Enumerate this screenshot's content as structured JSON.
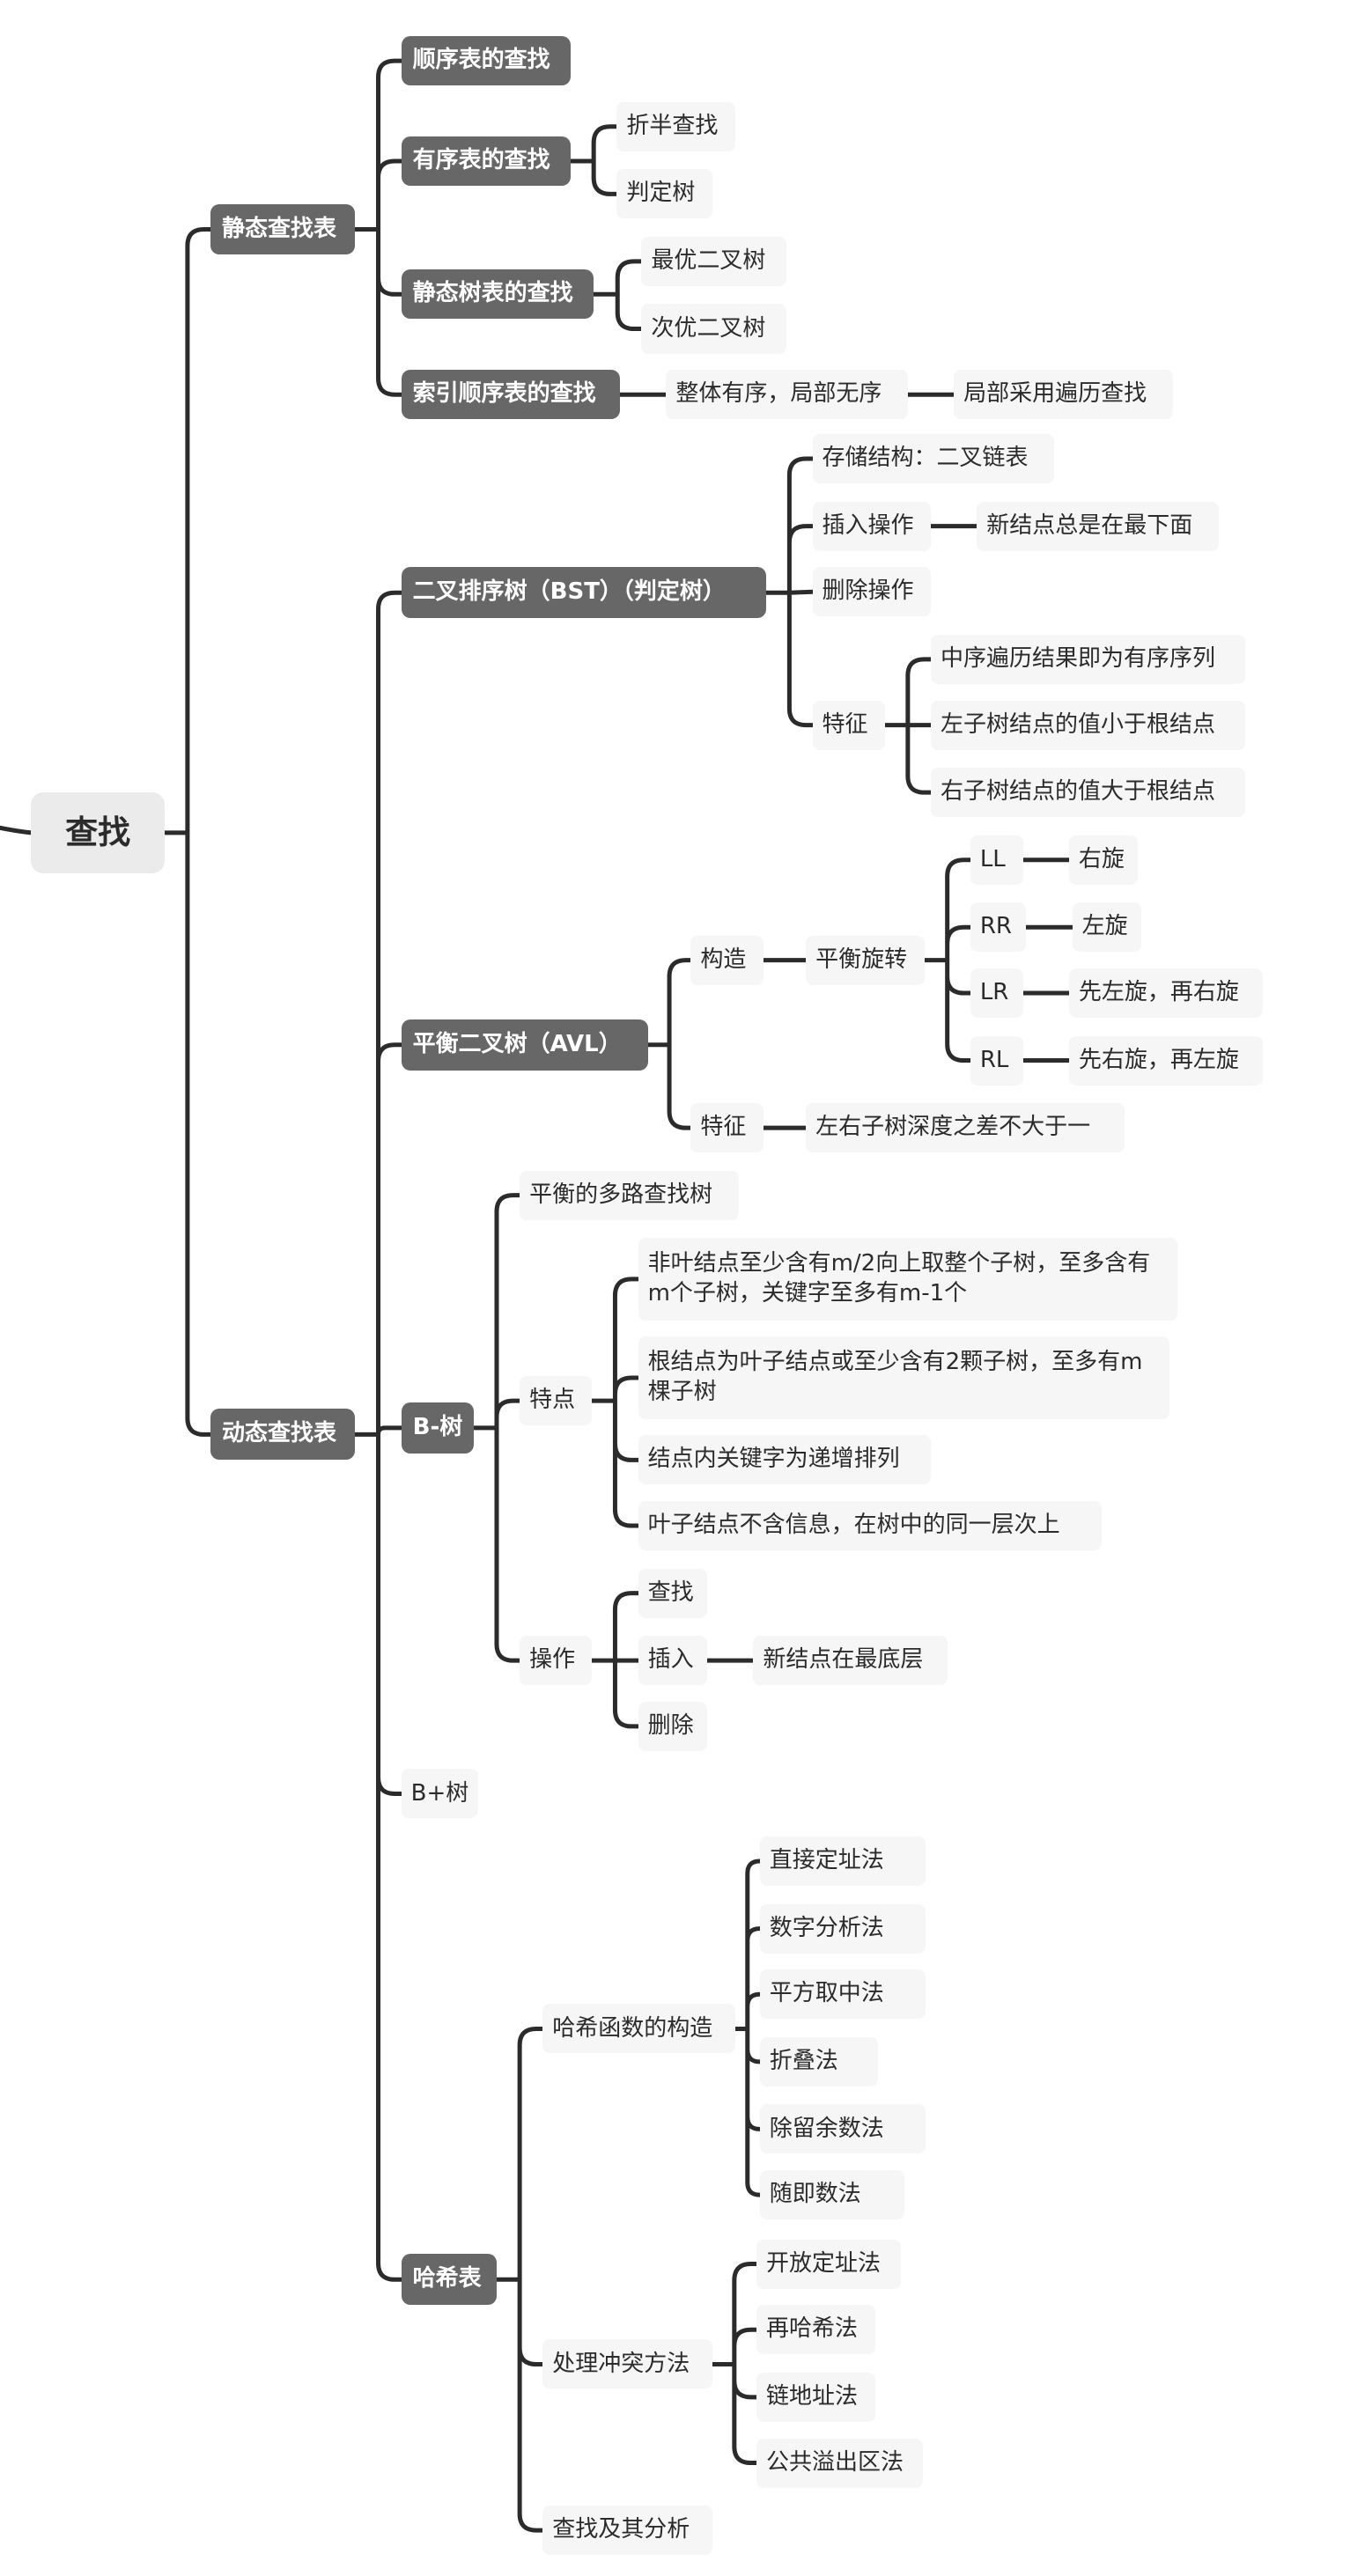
{
  "mindmap": {
    "root": "查找",
    "static_table": {
      "label": "静态查找表",
      "sequential": "顺序表的查找",
      "ordered": {
        "label": "有序表的查找",
        "children": [
          "折半查找",
          "判定树"
        ]
      },
      "static_tree": {
        "label": "静态树表的查找",
        "children": [
          "最优二叉树",
          "次优二叉树"
        ]
      },
      "index_seq": {
        "label": "索引顺序表的查找",
        "child": "整体有序，局部无序",
        "grandchild": "局部采用遍历查找"
      }
    },
    "dynamic_table": {
      "label": "动态查找表",
      "bst": {
        "label": "二叉排序树（BST）（判定树）",
        "storage": "存储结构：二叉链表",
        "insert": "插入操作",
        "insert_note": "新结点总是在最下面",
        "delete": "删除操作",
        "feature": "特征",
        "features": [
          "中序遍历结果即为有序序列",
          "左子树结点的值小于根结点",
          "右子树结点的值大于根结点"
        ]
      },
      "avl": {
        "label": "平衡二叉树（AVL）",
        "construct": "构造",
        "rotation": "平衡旋转",
        "rotations": [
          {
            "type": "LL",
            "action": "右旋"
          },
          {
            "type": "RR",
            "action": "左旋"
          },
          {
            "type": "LR",
            "action": "先左旋，再右旋"
          },
          {
            "type": "RL",
            "action": "先右旋，再左旋"
          }
        ],
        "feature": "特征",
        "feature_note": "左右子树深度之差不大于一"
      },
      "btree": {
        "label": "B-树",
        "def": "平衡的多路查找树",
        "props_label": "特点",
        "props": [
          "非叶结点至少含有m/2向上取整个子树，至多含有m个子树，关键字至多有m-1个",
          "根结点为叶子结点或至少含有2颗子树，至多有m棵子树",
          "结点内关键字为递增排列",
          "叶子结点不含信息，在树中的同一层次上"
        ],
        "ops_label": "操作",
        "op_search": "查找",
        "op_insert": "插入",
        "op_insert_note": "新结点在最底层",
        "op_delete": "删除"
      },
      "bplus": "B+树",
      "hash": {
        "label": "哈希表",
        "construct_label": "哈希函数的构造",
        "construct_methods": [
          "直接定址法",
          "数字分析法",
          "平方取中法",
          "折叠法",
          "除留余数法",
          "随即数法"
        ],
        "collision_label": "处理冲突方法",
        "collision_methods": [
          "开放定址法",
          "再哈希法",
          "链地址法",
          "公共溢出区法"
        ],
        "analysis": "查找及其分析"
      }
    }
  }
}
